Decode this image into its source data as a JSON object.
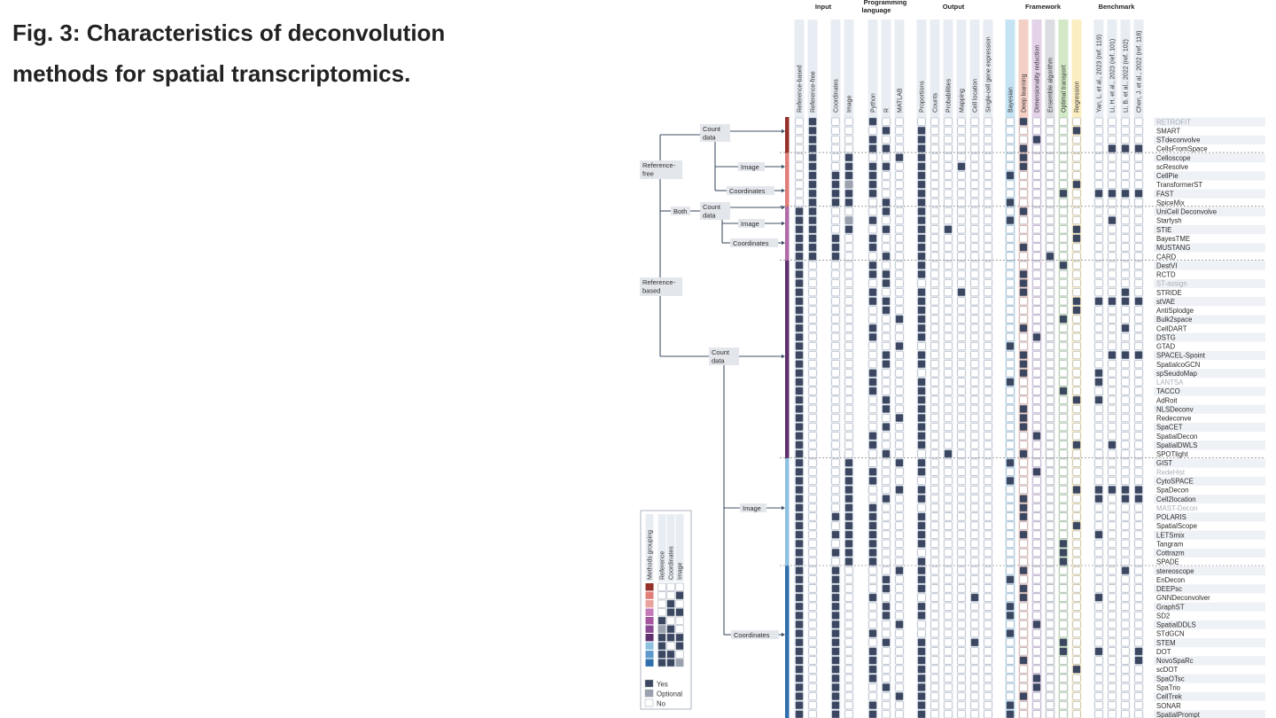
{
  "caption": {
    "line1": "Fig. 3: Characteristics of deconvolution",
    "line2": "methods for spatial transcriptomics."
  },
  "headers": {
    "groups": [
      "Input",
      "Programming language",
      "Output",
      "Framework",
      "Benchmark"
    ],
    "columns": [
      "Reference-based",
      "Reference-free",
      "Coordinates",
      "Image",
      "Python",
      "R",
      "MATLAB",
      "Proportions",
      "Counts",
      "Probabilities",
      "Mapping",
      "Cell location",
      "Single-cell gene expression",
      "Bayesian",
      "Deep learning",
      "Dimensionality reduction",
      "Ensemble algorithm",
      "Optimal transport",
      "Regression",
      "Yan, L. et al., 2023 (ref. 119)",
      "Li, H. et al., 2023 (ref. 101)",
      "Li, B. et al., 2022 (ref. 102)",
      "Chen, J. et al., 2022 (ref. 118)"
    ]
  },
  "framework_colors": [
    "#c6e3f4",
    "#f4cfc6",
    "#e3d2e8",
    "#dcdde3",
    "#d2e8c6",
    "#fbeec3"
  ],
  "tree": {
    "nodes": [
      "Reference-free",
      "Both",
      "Reference-based",
      "Count data",
      "Image",
      "Coordinates",
      "Count data",
      "Image",
      "Coordinates",
      "Count data",
      "Image",
      "Coordinates"
    ]
  },
  "methods": [
    "RETROFIT",
    "SMART",
    "STdeconvolve",
    "CellsFromSpace",
    "Celloscope",
    "scResolve",
    "CellPie",
    "TransformerST",
    "FAST",
    "SpiceMix",
    "UniCell Deconvolve",
    "Starfysh",
    "STIE",
    "BayesTME",
    "MUSTANG",
    "CARD",
    "DestVI",
    "RCTD",
    "ST-assign",
    "STRIDE",
    "stVAE",
    "AntiSplodge",
    "Bulk2space",
    "CellDART",
    "DSTG",
    "GTAD",
    "SPACEL-Spoint",
    "SpatialcoGCN",
    "spSeudoMap",
    "LANTSA",
    "TACCO",
    "AdRoit",
    "NLSDeconv",
    "Redeconve",
    "SpaCET",
    "SpatialDecon",
    "SpatialDWLS",
    "SPOTlight",
    "GIST",
    "RedeHist",
    "CytoSPACE",
    "SpaDecon",
    "Cell2location",
    "MAST-Decon",
    "POLARIS",
    "SpatialScope",
    "LETSmix",
    "Tangram",
    "Cottrazm",
    "SPADE",
    "stereoscope",
    "EnDecon",
    "DEEPsc",
    "GNNDeconvolver",
    "GraphST",
    "SD2",
    "SpatialDDLS",
    "STdGCN",
    "STEM",
    "DOT",
    "NovoSpaRc",
    "scDOT",
    "SpaOTsc",
    "SpaTrio",
    "CellTrek",
    "SONAR",
    "SpatialPrompt"
  ],
  "dimmed_methods": [
    "RETROFIT",
    "ST-assign",
    "LANTSA",
    "RedeHist",
    "MAST-Decon"
  ],
  "group_colors": [
    "#96302a",
    "#e07f7a",
    "#a5569f",
    "#5f2f6e",
    "#8ec1e1",
    "#2f6fae"
  ],
  "groups_by_method": [
    {
      "from": "RETROFIT",
      "to": "CellsFromSpace",
      "color": "#96302a"
    },
    {
      "from": "Celloscope",
      "to": "UniCell Deconvolve",
      "color": "#e07f7a"
    },
    {
      "from": "UniCell Deconvolve",
      "to": "CARD",
      "color": "#b06aa8"
    },
    {
      "from": "DestVI",
      "to": "SPOTlight",
      "color": "#5f2f6e"
    },
    {
      "from": "GIST",
      "to": "SPADE",
      "color": "#8ec1e1"
    },
    {
      "from": "stereoscope",
      "to": "SpatialPrompt",
      "color": "#2f6fae"
    }
  ],
  "legend": {
    "headers": [
      "Methods grouping",
      "Reference",
      "Coordinates",
      "Image"
    ],
    "values": [
      "Yes",
      "Optional",
      "No"
    ],
    "colors": {
      "yes": "#3b4660",
      "optional": "#9aa0ad",
      "no": "#ffffff"
    }
  }
}
